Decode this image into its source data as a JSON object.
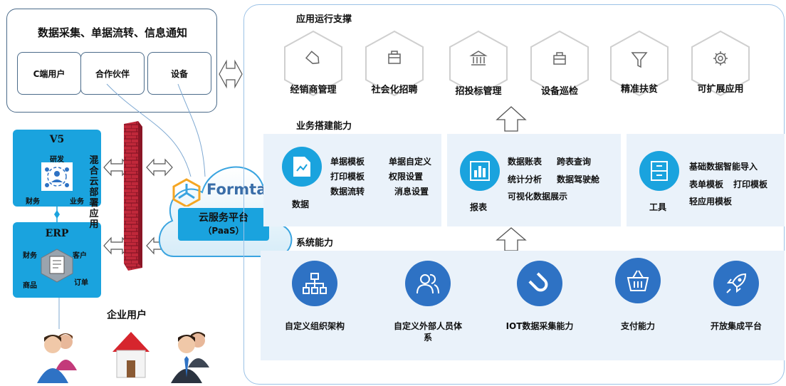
{
  "top_left": {
    "title": "数据采集、单据流转、信息通知",
    "entities": [
      "C端用户",
      "合作伙伴",
      "设备"
    ]
  },
  "v5": {
    "title": "V5",
    "top": "研发",
    "left": "财务",
    "right": "业务"
  },
  "erp": {
    "title": "ERP",
    "tl": "财务",
    "tr": "客户",
    "bl": "商品",
    "br": "订单"
  },
  "hybrid_label": "混合云部署应用",
  "enterprise_label": "企业用户",
  "platform": {
    "logo": "Formtalk",
    "line1": "云服务平台",
    "line2": "（PaaS）"
  },
  "app_support": {
    "title": "应用运行支撑",
    "apps": [
      {
        "label": "经销商管理",
        "icon": "tag-icon"
      },
      {
        "label": "社会化招聘",
        "icon": "briefcase-icon"
      },
      {
        "label": "招投标管理",
        "icon": "bank-icon"
      },
      {
        "label": "设备巡检",
        "icon": "toolbox-icon"
      },
      {
        "label": "精准扶贫",
        "icon": "funnel-icon"
      },
      {
        "label": "可扩展应用",
        "icon": "gear-icon"
      }
    ]
  },
  "business": {
    "title": "业务搭建能力",
    "data_panel": {
      "label": "数据",
      "items": [
        "单据模板",
        "单据自定义",
        "打印模板",
        "权限设置",
        "数据流转",
        "消息设置"
      ]
    },
    "report_panel": {
      "label": "报表",
      "items": [
        "数据账表",
        "跨表查询",
        "统计分析",
        "数据驾驶舱",
        "可视化数据展示"
      ]
    },
    "tool_panel": {
      "label": "工具",
      "items": [
        "基础数据智能导入",
        "表单模板",
        "打印模板",
        "轻应用模板"
      ]
    }
  },
  "system": {
    "title": "系统能力",
    "items": [
      {
        "label": "自定义组织架构",
        "icon": "org-chart-icon"
      },
      {
        "label": "自定义外部人员体系",
        "icon": "people-icon"
      },
      {
        "label": "IOT数据采集能力",
        "icon": "magnet-icon"
      },
      {
        "label": "支付能力",
        "icon": "basket-icon"
      },
      {
        "label": "开放集成平台",
        "icon": "rocket-icon"
      }
    ]
  },
  "colors": {
    "accent_blue": "#1aa3de",
    "dark_blue": "#2e72c4",
    "panel_bg": "#eaf2fa",
    "brick": "#c0283a",
    "frame": "#4b6b8a"
  }
}
